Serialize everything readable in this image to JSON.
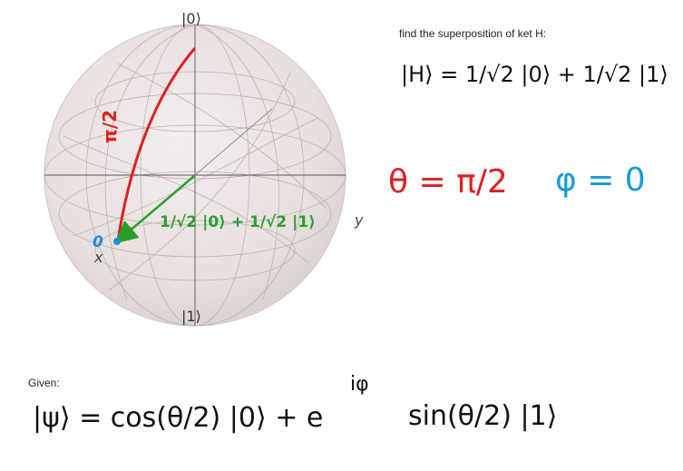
{
  "bloch_sphere": {
    "label_top": "|0⟩",
    "label_bottom": "|1⟩",
    "label_x": "x",
    "label_y": "y",
    "label_zero": "0",
    "theta_label": "π/2",
    "state_label": "1/√2 |0⟩ + 1/√2 |1⟩",
    "colors": {
      "theta_arc": "#e02020",
      "state_vector": "#2aa02a",
      "x_marker": "#1a8fd8"
    }
  },
  "problem": {
    "heading": "find the superposition of ket H:",
    "h_state": "|H⟩ = 1/√2 |0⟩ + 1/√2 |1⟩",
    "theta_eq": "θ = π/2",
    "phi_eq": "φ = 0",
    "colors": {
      "theta": "#e02020",
      "phi": "#1a9ad8",
      "text": "#111111"
    }
  },
  "given": {
    "label": "Given:",
    "formula_prefix": "|ψ⟩ = cos(θ/2) |0⟩ + e",
    "exponent": "iφ",
    "formula_suffix": "sin(θ/2) |1⟩"
  }
}
